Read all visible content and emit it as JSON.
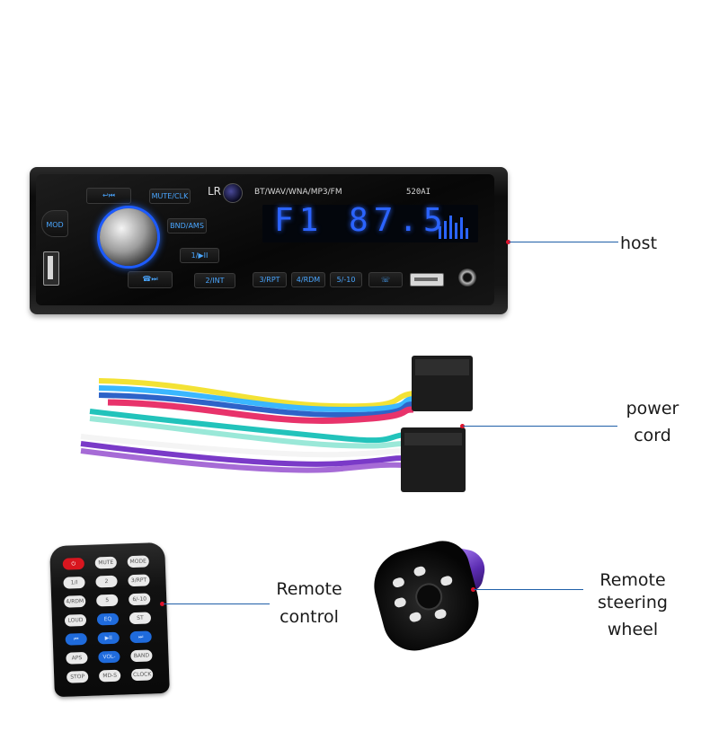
{
  "labels": {
    "host": "host",
    "power_cord_line1": "power",
    "power_cord_line2": "cord",
    "remote_control_line1": "Remote",
    "remote_control_line2": "control",
    "steering_line1": "Remote",
    "steering_line2": "steering wheel"
  },
  "head_unit": {
    "format_line": "BT/WAV/WNA/MP3/FM",
    "model": "520AI",
    "display": "F1 87.5",
    "logo": "LR",
    "buttons": {
      "mute_clk": "MUTE/CLK",
      "bnd_ams": "BND/AMS",
      "play": "1/▶II",
      "int": "2/INT",
      "rpt": "3/RPT",
      "rdm": "4/RDM",
      "skip": "5/-10",
      "mod": "MOD",
      "prev": "↩⏮",
      "next": "☎⏭",
      "call": "☏"
    }
  },
  "remote_keys": [
    [
      "⏻",
      "MUTE",
      "MODE"
    ],
    [
      "1/I",
      "2",
      "3/RPT"
    ],
    [
      "4/RDM",
      "5",
      "6/-10"
    ],
    [
      "LOUD",
      "EQ",
      "ST"
    ],
    [
      "⏮",
      "▶II",
      "⏭"
    ],
    [
      "APS",
      "VOL-",
      "BAND"
    ],
    [
      "STOP",
      "MD-S",
      "CLOCK"
    ]
  ],
  "colors": {
    "accent": "#2b64ff",
    "leader": "#1f5fa8",
    "marker": "#e0122a"
  }
}
